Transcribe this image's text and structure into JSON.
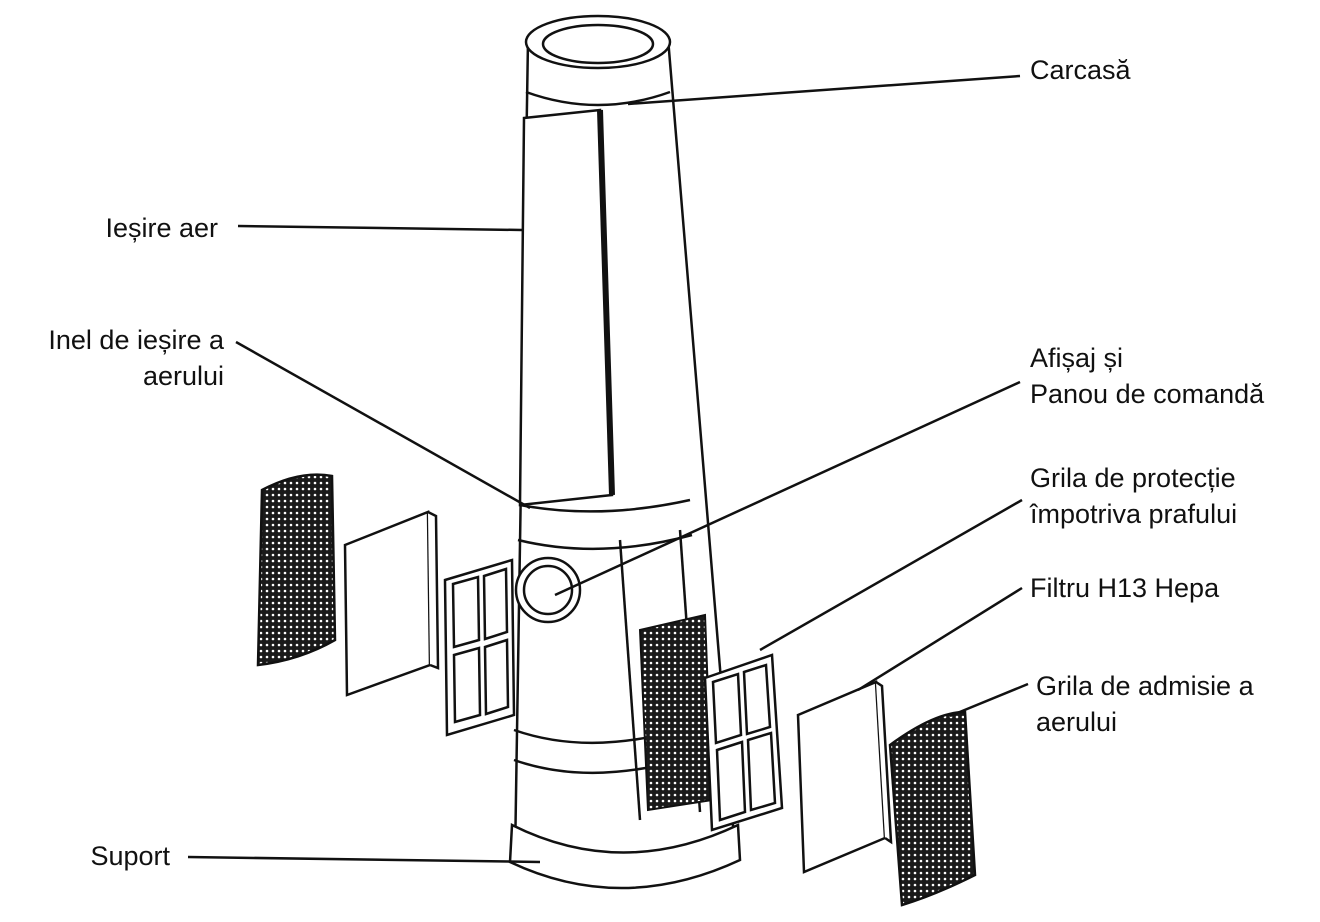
{
  "labels": {
    "carcasa": {
      "lines": [
        "Carcasă"
      ]
    },
    "iesire_aer": {
      "lines": [
        "Ieșire aer"
      ]
    },
    "inel": {
      "lines": [
        "Inel de ieșire a",
        "aerului"
      ]
    },
    "afisaj": {
      "lines": [
        "Afișaj și",
        "Panou de comandă"
      ]
    },
    "grila_protectie": {
      "lines": [
        "Grila de protecție",
        "împotriva prafului"
      ]
    },
    "filtru": {
      "lines": [
        "Filtru H13 Hepa"
      ]
    },
    "grila_admisie": {
      "lines": [
        "Grila de admisie a",
        "aerului"
      ]
    },
    "suport": {
      "lines": [
        "Suport"
      ]
    }
  },
  "colors": {
    "line": "#111111",
    "fill": "#ffffff",
    "mesh": "#1a1a1a"
  }
}
